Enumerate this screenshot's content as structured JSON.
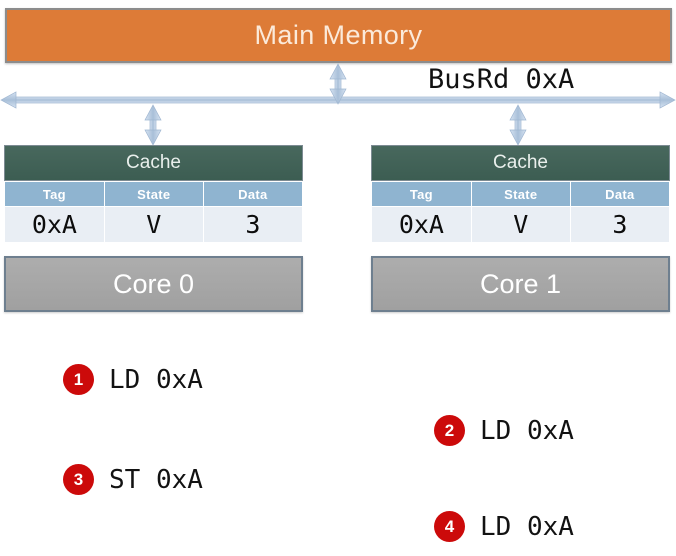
{
  "diagram": {
    "memory": {
      "label": "Main Memory",
      "color": "#DD7B37"
    },
    "bus": {
      "label": "BusRd 0xA",
      "color": "#B8CCE4"
    },
    "caches": [
      {
        "title": "Cache",
        "columns": [
          "Tag",
          "State",
          "Data"
        ],
        "row": {
          "tag": "0xA",
          "state": "V",
          "data": "3"
        },
        "highlight": {
          "tag": false,
          "state": false,
          "data": true
        },
        "core": "Core 0"
      },
      {
        "title": "Cache",
        "columns": [
          "Tag",
          "State",
          "Data"
        ],
        "row": {
          "tag": "0xA",
          "state": "V",
          "data": "3"
        },
        "highlight": {
          "tag": false,
          "state": true,
          "data": true
        },
        "core": "Core 1"
      }
    ],
    "instructions": [
      {
        "num": "1",
        "text": "LD 0xA"
      },
      {
        "num": "2",
        "text": "LD 0xA"
      },
      {
        "num": "3",
        "text": "ST 0xA"
      },
      {
        "num": "4",
        "text": "LD 0xA"
      }
    ],
    "badge_color": "#CC0A0A"
  }
}
